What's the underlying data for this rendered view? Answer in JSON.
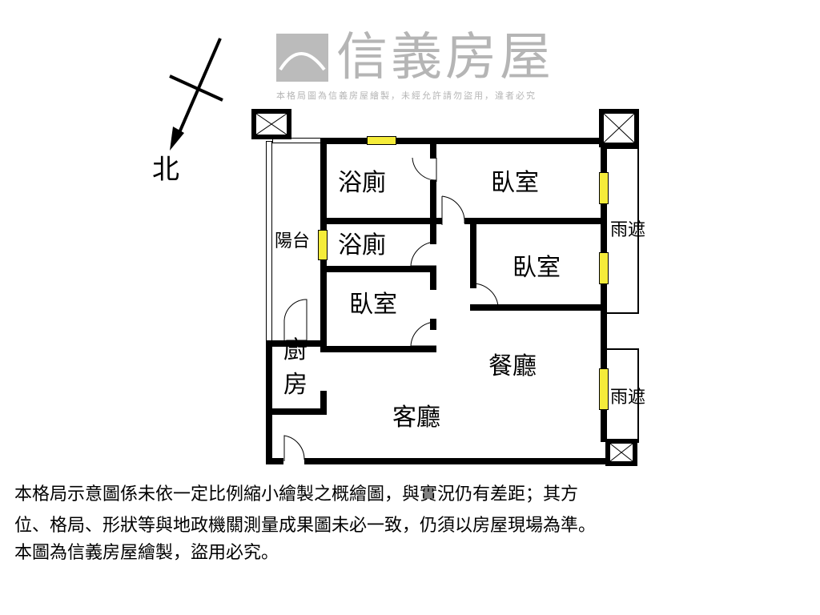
{
  "compass": {
    "north_label": "北"
  },
  "rooms": {
    "bath1": "浴廁",
    "bedroom1": "臥室",
    "balcony": "陽台",
    "bath2": "浴廁",
    "bedroom2": "臥室",
    "bedroom3": "臥室",
    "kitchen_1": "廚",
    "kitchen_2": "房",
    "dining": "餐廳",
    "living": "客廳",
    "awning1": "雨遮",
    "awning2": "雨遮"
  },
  "watermark": {
    "logo_text": "信義房屋",
    "notice": "本格局圖為信義房屋繪製，未經允許請勿盜用，違者必究"
  },
  "caption": {
    "line1": "本格局示意圖係未依一定比例縮小繪製之概繪圖，與實況仍有差距；其方",
    "line2": "位、格局、形狀等與地政機關測量成果圖未必一致，仍須以房屋現場為準。",
    "line3": "本圖為信義房屋繪製，盜用必究。"
  },
  "colors": {
    "wall": "#000000",
    "window": "#f5ec3a",
    "watermark": "#8c8c8c"
  }
}
